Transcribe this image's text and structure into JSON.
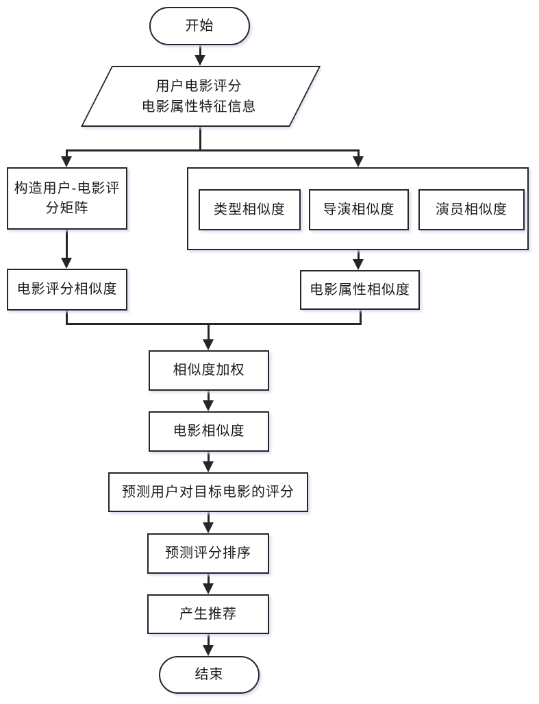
{
  "diagram_title": "movie-recommendation-flowchart",
  "colors": {
    "line": "#262626",
    "box_fill": "#ffffff",
    "shadow_tint": "#cdd7ee",
    "text": "#1a1a1a",
    "background": "#ffffff"
  },
  "nodes": {
    "start": "开始",
    "input": "用户电影评分\n电影属性特征信息",
    "build_matrix": "构造用户-电影评分矩阵",
    "genre_similarity": "类型相似度",
    "director_similarity": "导演相似度",
    "actor_similarity": "演员相似度",
    "rating_similarity": "电影评分相似度",
    "attribute_similarity": "电影属性相似度",
    "similarity_weighting": "相似度加权",
    "movie_similarity": "电影相似度",
    "predict_rating": "预测用户对目标电影的评分",
    "rank_predictions": "预测评分排序",
    "generate_recommendation": "产生推荐",
    "end": "结束"
  }
}
